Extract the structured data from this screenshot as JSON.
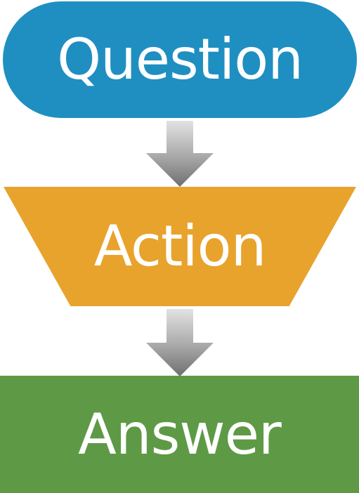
{
  "flow": {
    "nodes": [
      {
        "label": "Question",
        "shape": "rounded-pill",
        "color": "#1f8fc1"
      },
      {
        "label": "Action",
        "shape": "inverted-trapezoid",
        "color": "#e8a32c"
      },
      {
        "label": "Answer",
        "shape": "rectangle",
        "color": "#5e9a45"
      }
    ],
    "connectors": [
      {
        "from": "Question",
        "to": "Action",
        "icon": "arrow-down-icon"
      },
      {
        "from": "Action",
        "to": "Answer",
        "icon": "arrow-down-icon"
      }
    ],
    "arrow_color": "#8c8c8c"
  }
}
